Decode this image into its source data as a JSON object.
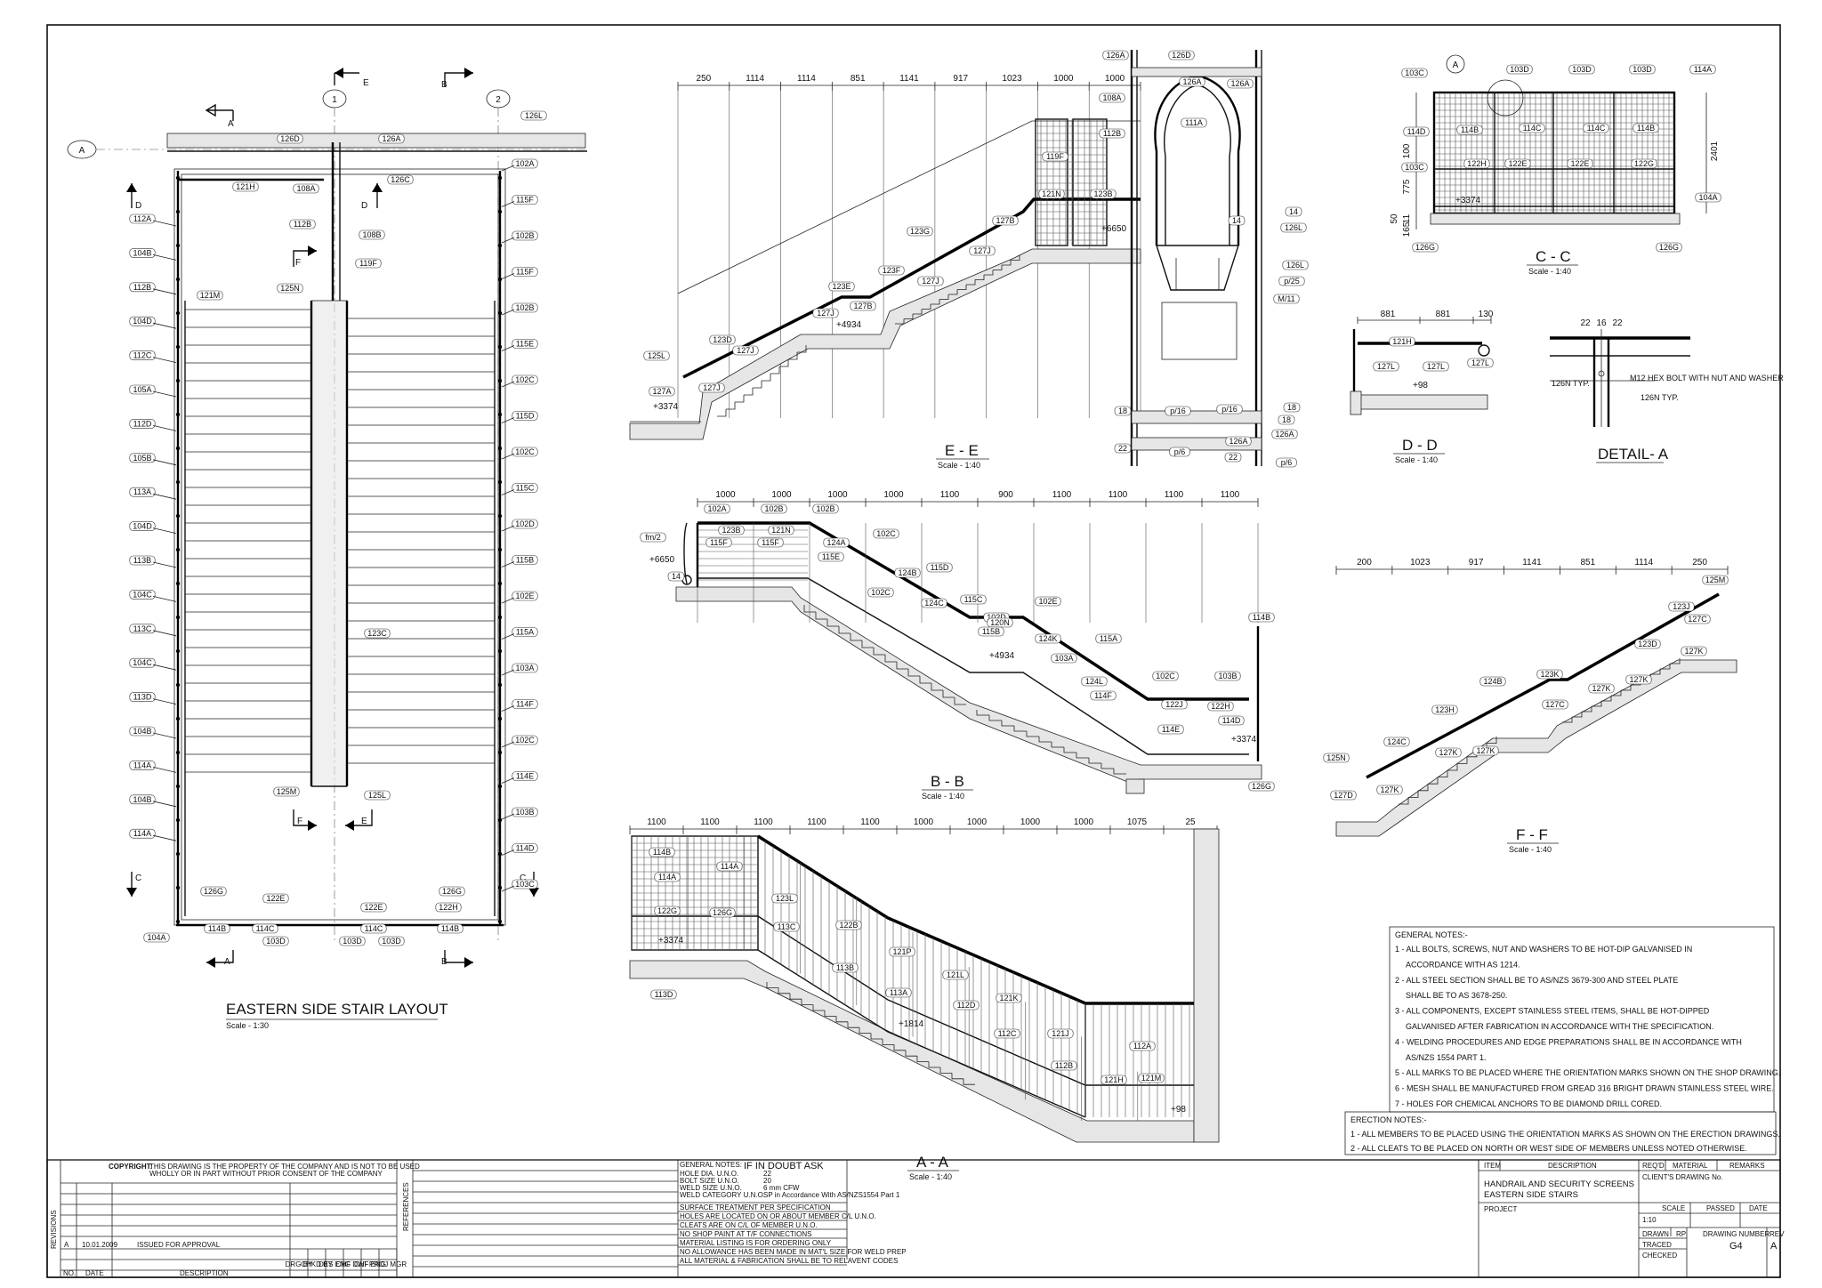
{
  "plan": {
    "title": "EASTERN SIDE STAIR LAYOUT",
    "scale": "Scale - 1:30",
    "grid_a": "A",
    "grid_1": "1",
    "grid_2": "2",
    "sec_a": "A",
    "sec_b": "B",
    "sec_c": "C",
    "sec_d": "D",
    "sec_e": "E",
    "sec_f": "F",
    "left_marks": [
      "112A",
      "104B",
      "112B",
      "104D",
      "112C",
      "105A",
      "112D",
      "105B",
      "113A",
      "104D",
      "113B",
      "104C",
      "113C",
      "104C",
      "113D",
      "104B",
      "114A",
      "104B",
      "114A"
    ],
    "right_marks": [
      "102A",
      "115F",
      "102B",
      "115F",
      "102B",
      "115E",
      "102C",
      "115D",
      "102C",
      "115C",
      "102D",
      "115B",
      "102E",
      "115A",
      "103A",
      "114F",
      "102C",
      "114E",
      "103B",
      "114D",
      "103C"
    ],
    "top_marks": [
      "126D",
      "126A",
      "126C",
      "121H",
      "108A",
      "112B",
      "108B",
      "119F",
      "125N",
      "121M",
      "126L"
    ],
    "bottom_marks": [
      "126G",
      "122E",
      "122E",
      "122H",
      "126G",
      "114B",
      "114C",
      "114C",
      "114B",
      "103D",
      "103D",
      "103D",
      "104A",
      "125M",
      "125L",
      "123C"
    ]
  },
  "ee": {
    "title": "E - E",
    "scale": "Scale - 1:40",
    "dims": [
      "250",
      "1114",
      "1114",
      "851",
      "1141",
      "917",
      "1023",
      "1000",
      "1000"
    ],
    "levels": [
      "+3374",
      "+4934",
      "+6650"
    ],
    "marks": [
      "125L",
      "127A",
      "127J",
      "123D",
      "127J",
      "123E",
      "127J",
      "127B",
      "123F",
      "127J",
      "123G",
      "127J",
      "127B",
      "121N",
      "123B",
      "119F",
      "112B",
      "108A",
      "126A",
      "126D",
      "126A",
      "126A",
      "111A",
      "14",
      "14",
      "126L",
      "126L",
      "p/25",
      "M/11",
      "18",
      "18",
      "p/16",
      "18",
      "p/16",
      "126A",
      "126A",
      "22",
      "22",
      "p/6",
      "p/6"
    ]
  },
  "bb": {
    "title": "B - B",
    "scale": "Scale - 1:40",
    "dims": [
      "1000",
      "1000",
      "1000",
      "1000",
      "1100",
      "900",
      "1100",
      "1100",
      "1100",
      "1100"
    ],
    "levels": [
      "+6650",
      "+4934",
      "+3374"
    ],
    "marks": [
      "fm/2",
      "14",
      "102A",
      "102B",
      "102B",
      "123B",
      "121N",
      "115F",
      "115F",
      "124A",
      "115E",
      "102C",
      "124B",
      "102C",
      "115D",
      "124C",
      "115C",
      "102D",
      "120N",
      "115B",
      "102E",
      "124K",
      "115A",
      "103A",
      "124L",
      "114F",
      "102C",
      "122J",
      "103B",
      "122H",
      "114E",
      "114D",
      "114B",
      "126G"
    ]
  },
  "aa": {
    "title": "A - A",
    "scale": "Scale - 1:40",
    "dims": [
      "1100",
      "1100",
      "1100",
      "1100",
      "1100",
      "1000",
      "1000",
      "1000",
      "1000",
      "1075",
      "25"
    ],
    "levels": [
      "+3374",
      "+1814",
      "+98"
    ],
    "marks": [
      "114B",
      "114A",
      "114A",
      "122G",
      "126G",
      "113D",
      "123L",
      "113C",
      "122B",
      "113B",
      "121P",
      "113A",
      "121L",
      "112D",
      "121K",
      "112C",
      "121J",
      "112B",
      "112A",
      "121M",
      "121H"
    ]
  },
  "cc": {
    "title": "C - C",
    "scale": "Scale - 1:40",
    "dims": [
      "100",
      "775",
      "11",
      "50",
      "165",
      "2401"
    ],
    "levels": [
      "+3374"
    ],
    "marks": [
      "103C",
      "103D",
      "103D",
      "103D",
      "114A",
      "114D",
      "114B",
      "114C",
      "114C",
      "114B",
      "122H",
      "122E",
      "122E",
      "122G",
      "103C",
      "104A",
      "126G",
      "126G"
    ],
    "detail_ref": "A"
  },
  "dd": {
    "title": "D - D",
    "scale": "Scale - 1:40",
    "dims": [
      "881",
      "881",
      "130"
    ],
    "levels": [
      "+98"
    ],
    "marks": [
      "121H",
      "127L",
      "127L",
      "127L"
    ]
  },
  "detail": {
    "title": "DETAIL- A",
    "dims": [
      "22",
      "16",
      "22"
    ],
    "labels": [
      "126N TYP.",
      "M12 HEX BOLT WITH NUT AND WASHER",
      "126N TYP."
    ]
  },
  "ff": {
    "title": "F - F",
    "scale": "Scale - 1:40",
    "dims": [
      "200",
      "1023",
      "917",
      "1141",
      "851",
      "1114",
      "250"
    ],
    "marks": [
      "125M",
      "123J",
      "127C",
      "123D",
      "127K",
      "127K",
      "123K",
      "127C",
      "124B",
      "127K",
      "123H",
      "127K",
      "124C",
      "127K",
      "125N",
      "127D",
      "127K"
    ]
  },
  "general_notes": {
    "heading": "GENERAL NOTES:-",
    "lines": [
      "1 - ALL BOLTS, SCREWS, NUT AND WASHERS TO BE HOT-DIP GALVANISED IN",
      "ACCORDANCE WITH AS 1214.",
      "2 - ALL STEEL SECTION SHALL BE TO AS/NZS 3679-300 AND STEEL PLATE",
      "SHALL BE TO AS 3678-250.",
      "3 - ALL COMPONENTS, EXCEPT STAINLESS STEEL ITEMS, SHALL BE HOT-DIPPED",
      "GALVANISED AFTER FABRICATION IN ACCORDANCE WITH THE SPECIFICATION.",
      "4 - WELDING PROCEDURES AND EDGE PREPARATIONS SHALL BE IN ACCORDANCE WITH",
      "AS/NZS 1554 PART 1.",
      "5 - ALL MARKS TO BE PLACED WHERE THE ORIENTATION MARKS SHOWN ON THE SHOP DRAWING.",
      "6 - MESH SHALL BE MANUFACTURED FROM GREAD 316 BRIGHT DRAWN STAINLESS STEEL WIRE.",
      "7 - HOLES FOR CHEMICAL ANCHORS TO BE DIAMOND DRILL CORED."
    ]
  },
  "erection_notes": {
    "heading": "ERECTION NOTES:-",
    "lines": [
      "1 - ALL MEMBERS TO BE PLACED USING THE ORIENTATION MARKS AS SHOWN ON THE ERECTION DRAWINGS.",
      "2 - ALL CLEATS TO BE PLACED ON NORTH OR WEST SIDE OF MEMBERS UNLESS NOTED OTHERWISE."
    ]
  },
  "titleblock": {
    "copyright_label": "COPYRIGHT:",
    "copyright_text": "THIS DRAWING IS THE PROPERTY OF THE COMPANY AND IS NOT TO BE USED",
    "copyright_text2": "WHOLLY OR IN PART WITHOUT PRIOR CONSENT OF THE COMPANY",
    "revisions_label": "REVISIONS",
    "references_label": "REFERENCES",
    "rev_row": {
      "no": "A",
      "date": "10.01.2009",
      "desc": "ISSUED FOR APPROVAL"
    },
    "col_no": "NO.",
    "col_date": "DATE",
    "col_desc": "DESCRIPTION",
    "col_sign": [
      "DRG BY",
      "CHKD BY",
      "DES ENG",
      "CHF DWF",
      "CHF ENG",
      "PROJ MGR"
    ],
    "gen_notes_label": "GENERAL NOTES:",
    "doubt": "IF IN DOUBT ASK",
    "spec_rows": [
      {
        "k": "HOLE DIA. U.N.O.",
        "v": "22"
      },
      {
        "k": "BOLT SIZE U.N.O.",
        "v": "20"
      },
      {
        "k": "WELD SIZE U.N.O.",
        "v": "6 mm CFW"
      },
      {
        "k": "WELD CATEGORY U.N.O.",
        "v": "SP in Accordance With AS/NZS1554 Part 1"
      }
    ],
    "spec_lines": [
      "SURFACE TREATMENT PER SPECIFICATION",
      "HOLES ARE LOCATED ON OR ABOUT MEMBER C/L U.N.O.",
      "CLEATS ARE ON C/L OF MEMBER U.N.O.",
      "NO SHOP PAINT AT T/F CONNECTIONS",
      "MATERIAL LISTING IS FOR ORDERING ONLY",
      "NO ALLOWANCE HAS BEEN MADE IN MAT'L SIZE FOR WELD PREP",
      "ALL MATERIAL & FABRICATION SHALL BE TO RELAVENT CODES"
    ],
    "hdr_item": "ITEM",
    "hdr_desc": "DESCRIPTION",
    "hdr_reqd": "REQ'D",
    "hdr_material": "MATERIAL",
    "hdr_remarks": "REMARKS",
    "drawing_title_1": "HANDRAIL AND SECURITY SCREENS",
    "drawing_title_2": "EASTERN SIDE STAIRS",
    "clients_no": "CLIENT'S DRAWING No.",
    "project": "PROJECT",
    "scale_label": "SCALE",
    "scale_value": "1:10",
    "passed": "PASSED",
    "date_label": "DATE",
    "drawn": "DRAWN",
    "drawn_by": "RP",
    "traced": "TRACED",
    "checked": "CHECKED",
    "drawing_number_label": "DRAWING NUMBER",
    "drawing_number": "G4",
    "rev_label": "REV",
    "rev": "A"
  }
}
